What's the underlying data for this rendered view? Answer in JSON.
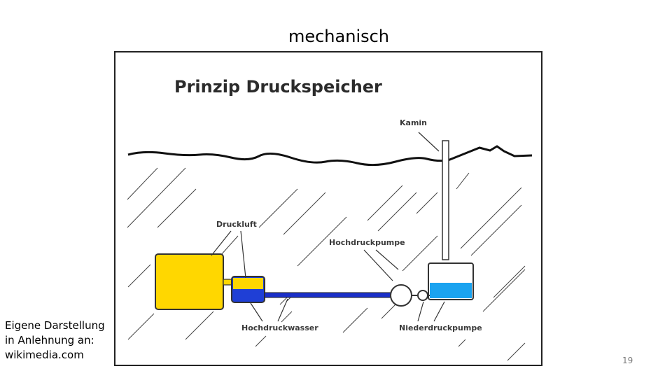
{
  "slide": {
    "title": "mechanisch",
    "page_number": "19"
  },
  "credit": {
    "lines": [
      "Eigene Darstellung",
      "in Anlehnung an:",
      "wikimedia.com"
    ]
  },
  "diagram": {
    "title": "Prinzip Druckspeicher",
    "labels": {
      "kamin": "Kamin",
      "druckluft": "Druckluft",
      "hochdruckpumpe": "Hochdruckpumpe",
      "hochdruckwasser": "Hochdruckwasser",
      "niederdruckpumpe": "Niederdruckpumpe"
    },
    "colors": {
      "air_tank": "#FFD700",
      "water": "#1f3fd6",
      "pipe": "#1a2fc9",
      "low_pressure_water": "#1aa3f0",
      "outline": "#333333"
    }
  }
}
